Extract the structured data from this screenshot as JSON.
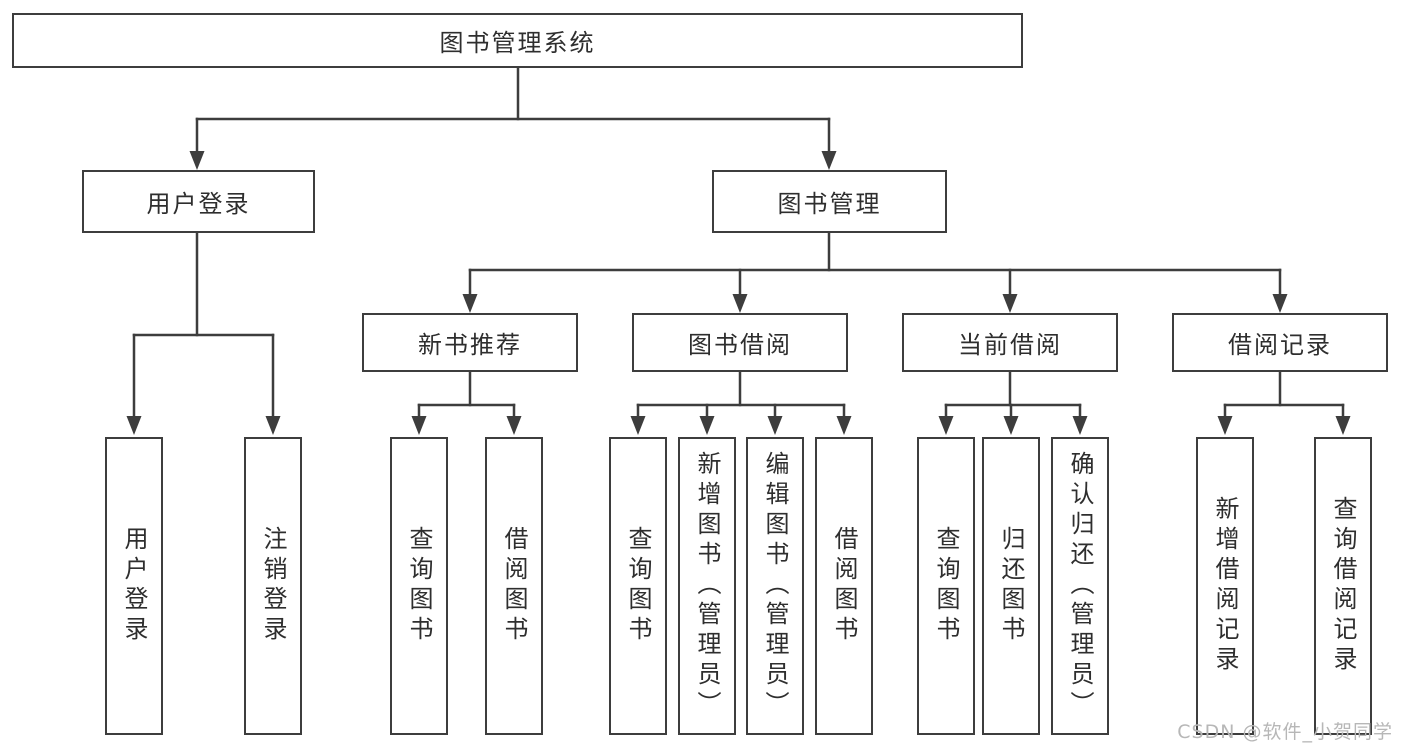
{
  "colors": {
    "line": "#3d3d3d",
    "text": "#2e2e2e",
    "background": "#ffffff",
    "watermark": "#b7b7b7"
  },
  "watermark": {
    "text": "CSDN @软件_小贺同学"
  },
  "tree": {
    "label": "图书管理系统",
    "children": [
      {
        "label": "用户登录",
        "children": [
          {
            "label": "用户登录"
          },
          {
            "label": "注销登录"
          }
        ]
      },
      {
        "label": "图书管理",
        "children": [
          {
            "label": "新书推荐",
            "children": [
              {
                "label": "查询图书"
              },
              {
                "label": "借阅图书"
              }
            ]
          },
          {
            "label": "图书借阅",
            "children": [
              {
                "label": "查询图书"
              },
              {
                "label": "新增图书（管理员）"
              },
              {
                "label": "编辑图书（管理员）"
              },
              {
                "label": "借阅图书"
              }
            ]
          },
          {
            "label": "当前借阅",
            "children": [
              {
                "label": "查询图书"
              },
              {
                "label": "归还图书"
              },
              {
                "label": "确认归还（管理员）"
              }
            ]
          },
          {
            "label": "借阅记录",
            "children": [
              {
                "label": "新增借阅记录"
              },
              {
                "label": "查询借阅记录"
              }
            ]
          }
        ]
      }
    ]
  }
}
